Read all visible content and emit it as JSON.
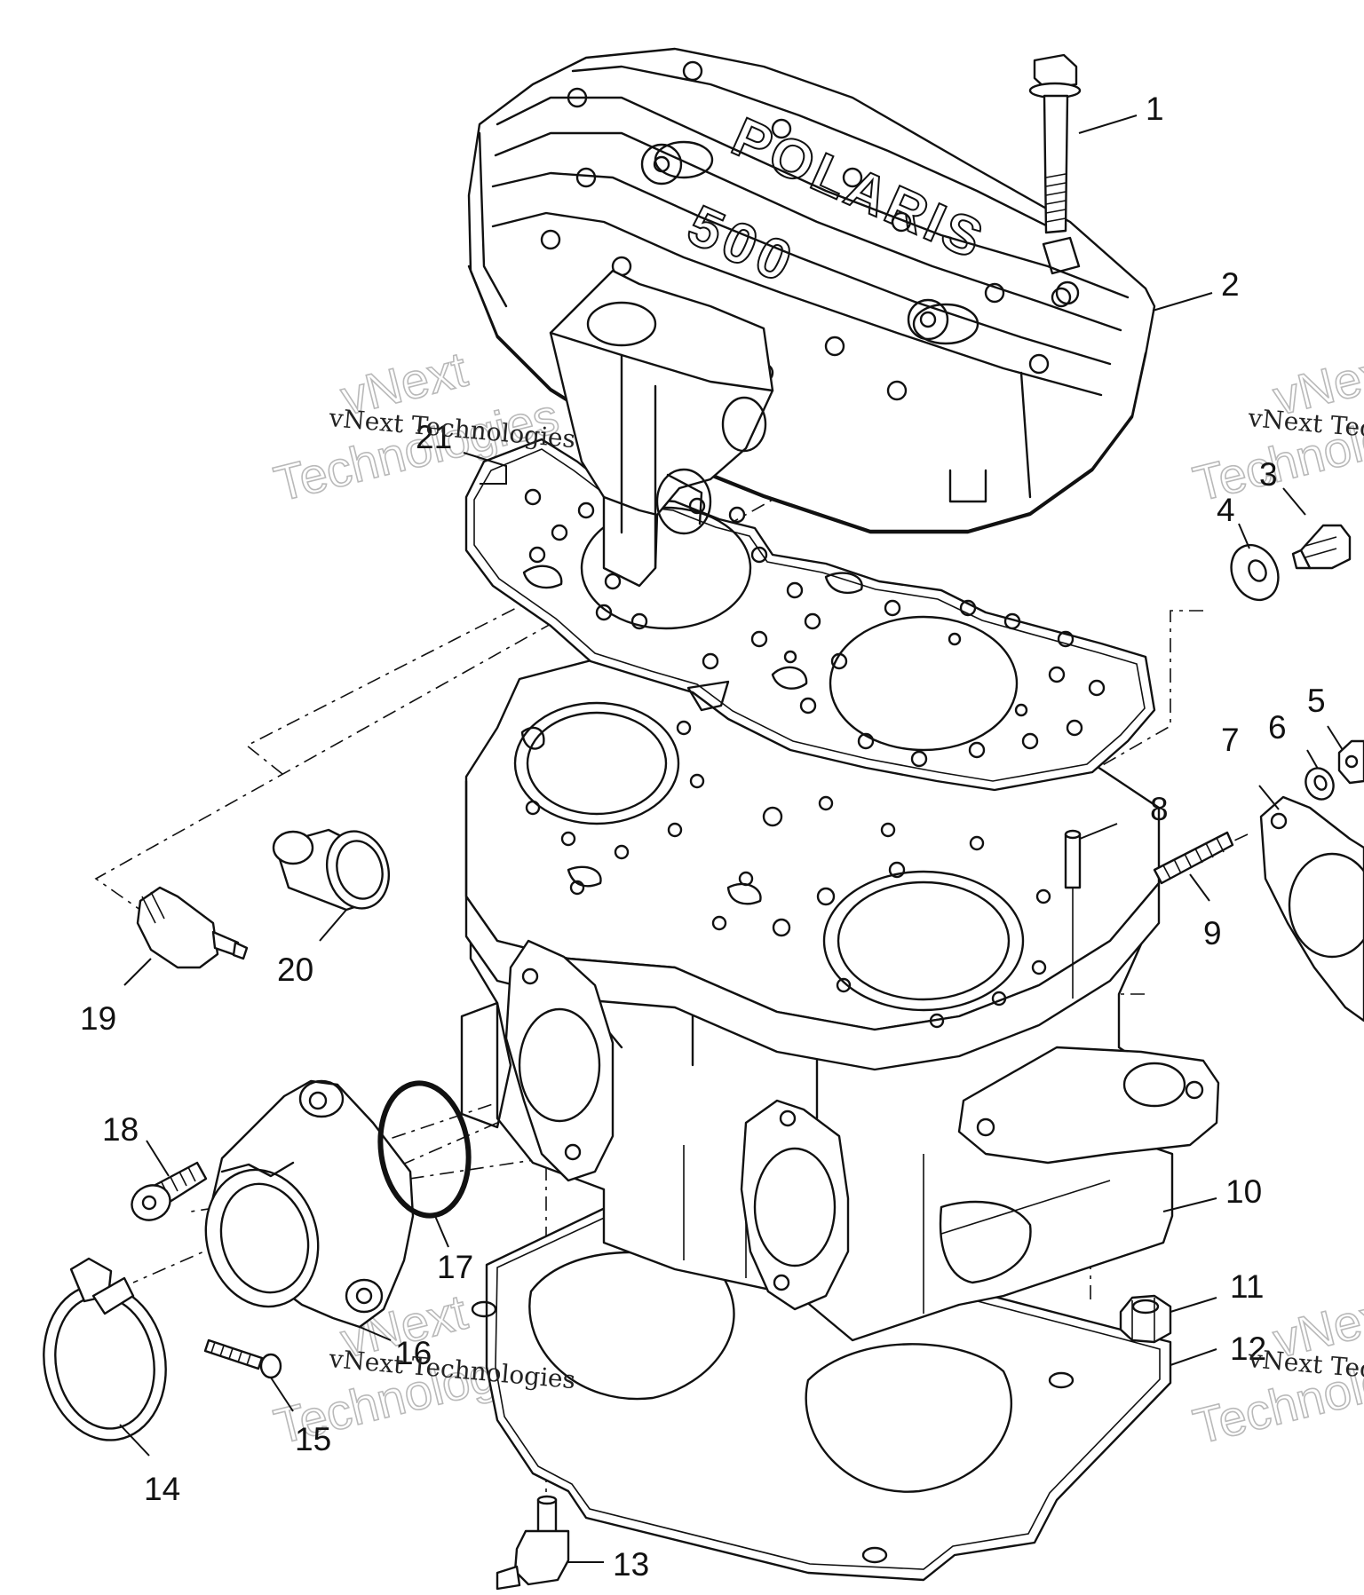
{
  "diagram": {
    "part_numbers": [
      "1",
      "2",
      "3",
      "4",
      "5",
      "6",
      "7",
      "8",
      "9",
      "10",
      "11",
      "12",
      "13",
      "14",
      "15",
      "16",
      "17",
      "18",
      "19",
      "20",
      "21"
    ],
    "casting_text": {
      "brand": "POLARIS",
      "model": "500"
    },
    "watermark": {
      "brand": "vNext",
      "company": "Technologies",
      "caption": "vNext Technologies"
    }
  }
}
